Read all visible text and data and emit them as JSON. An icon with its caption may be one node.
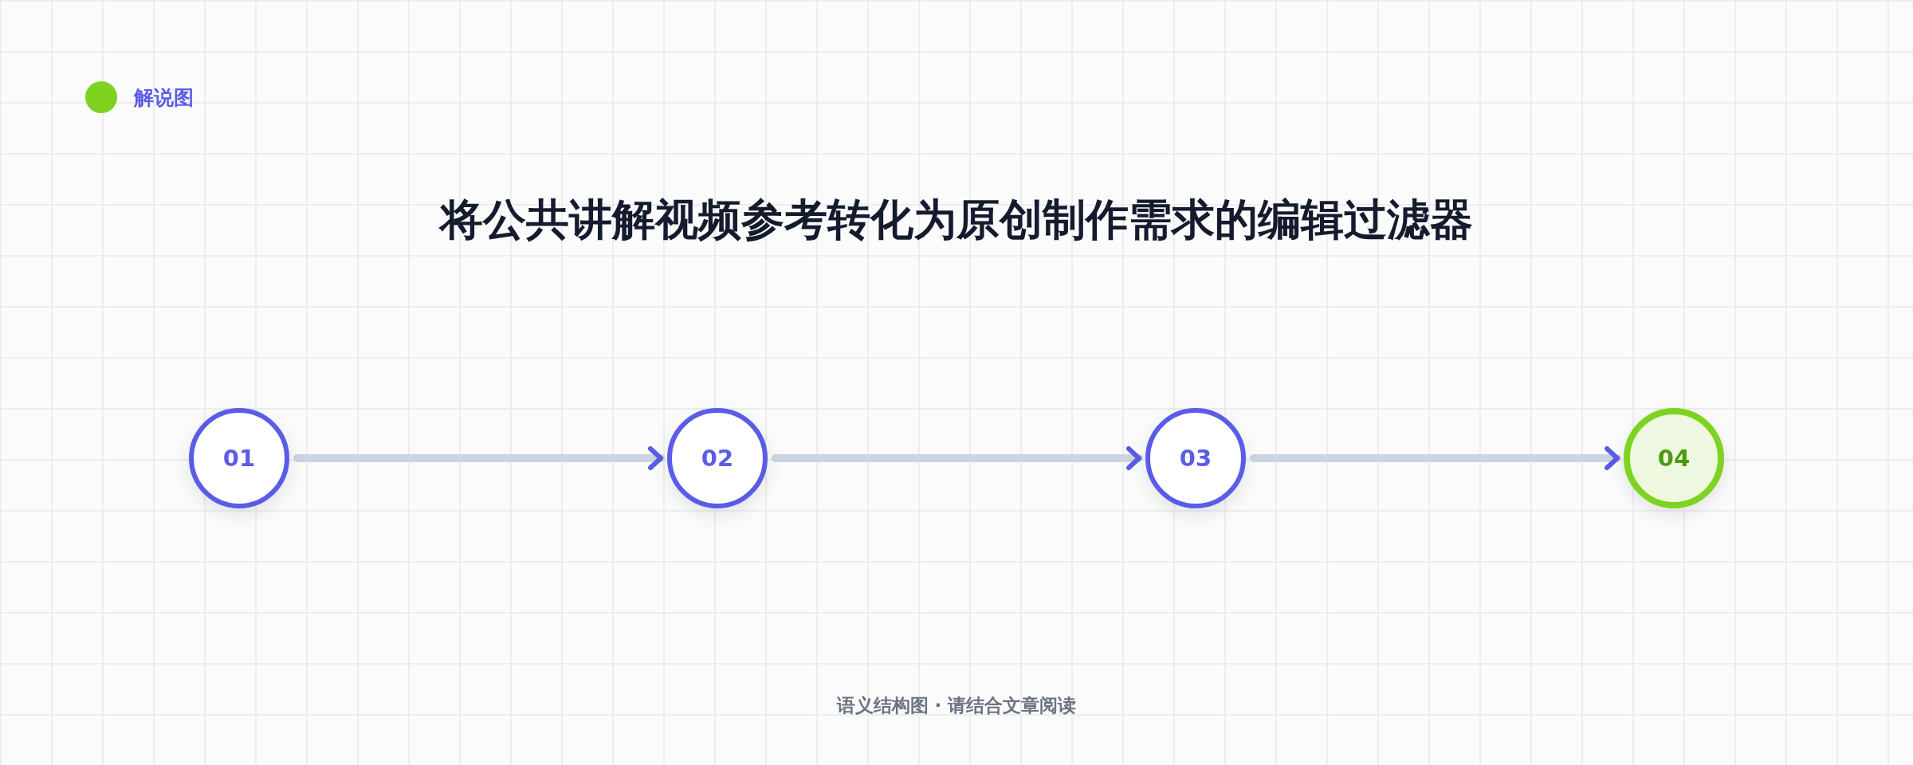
{
  "diagram": {
    "title": "将公共讲解视频参考转化为原创制作需求的编辑过滤器",
    "nodes": [
      {
        "text": [
          "01"
        ]
      },
      {
        "text": [
          "02"
        ]
      },
      {
        "text": [
          "03"
        ]
      },
      {
        "text": [
          "04"
        ]
      }
    ],
    "edges": [
      {
        "from": 0,
        "to": 1,
        "arrow": "to"
      },
      {
        "from": 1,
        "to": 2,
        "arrow": "to"
      },
      {
        "from": 2,
        "to": 3,
        "arrow": "to"
      }
    ],
    "labels": [
      "解说图",
      "语义结构图 · 请结合文章阅读"
    ]
  }
}
